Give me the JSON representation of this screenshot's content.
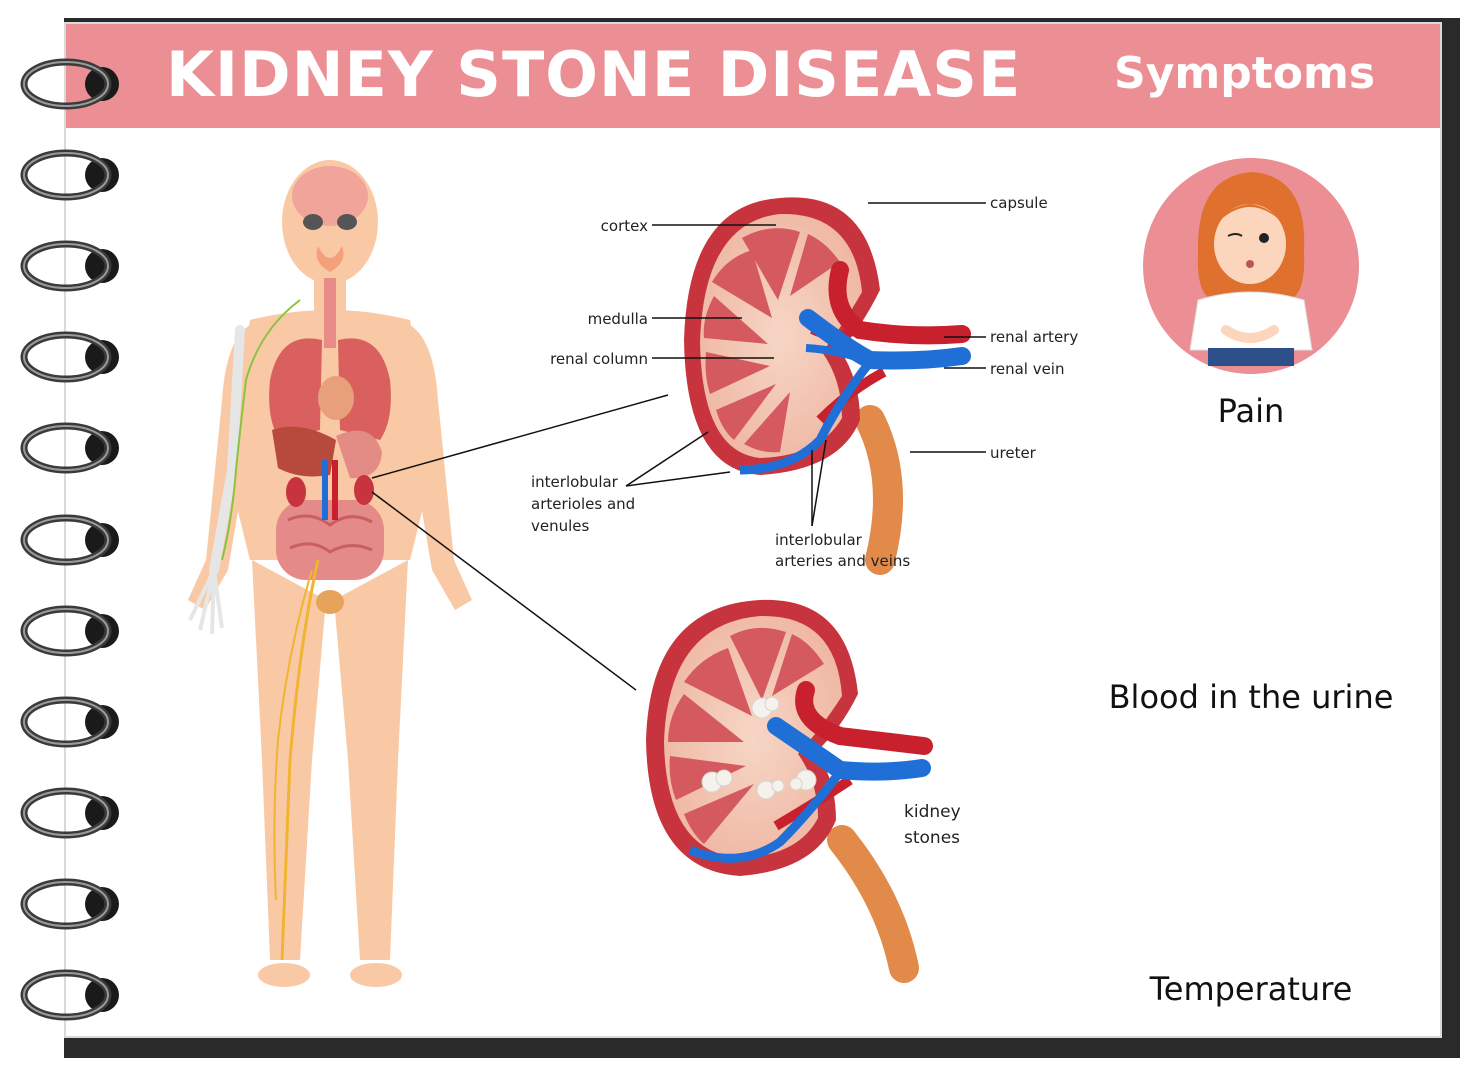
{
  "header": {
    "title": "KIDNEY STONE DISEASE",
    "subtitle": "Symptoms"
  },
  "anatomy_labels": {
    "cortex": "cortex",
    "capsule": "capsule",
    "medulla": "medulla",
    "renal_artery": "renal artery",
    "renal_column": "renal column",
    "renal_vein": "renal vein",
    "ureter": "ureter",
    "interlobular_arterioles_line1": "interlobular",
    "interlobular_arterioles_line2": "arterioles and",
    "interlobular_arterioles_line3": "venules",
    "interlobular_arteries_line1": "interlobular",
    "interlobular_arteries_line2": "arteries and veins",
    "kidney_stones_line1": "kidney",
    "kidney_stones_line2": "stones"
  },
  "symptoms": [
    {
      "label": "Pain",
      "icon": "girl-stomach-pain-icon"
    },
    {
      "label": "Blood in the urine",
      "icon": "toilet-blood-drop-icon"
    },
    {
      "label": "Temperature",
      "icon": "girl-thermometer-fever-icon"
    }
  ],
  "colors": {
    "header": "#ec8f95",
    "circle": "#ec8f95",
    "kidney_outer": "#c8343e",
    "kidney_inner": "#f3c7b5",
    "artery": "#c8202c",
    "vein": "#1f6fd6",
    "ureter": "#e28a4a",
    "skin": "#f9c9a6"
  }
}
